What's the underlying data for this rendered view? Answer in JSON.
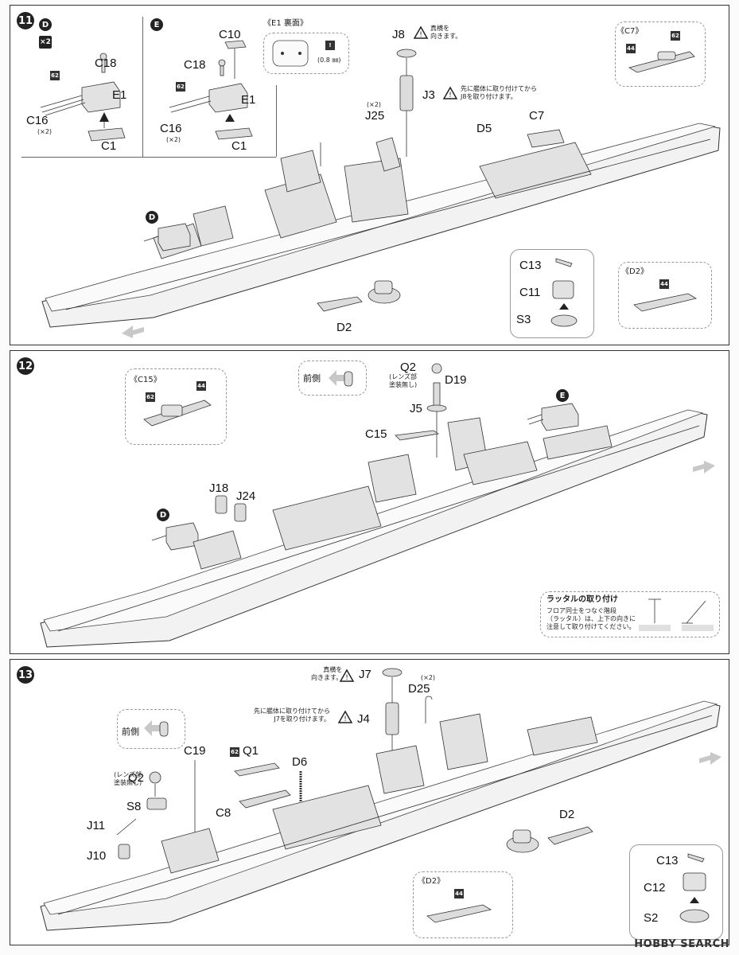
{
  "step11": {
    "number": "11",
    "sub_d": {
      "marker": "D",
      "count": "×2",
      "labels": {
        "c18": "C18",
        "e1": "E1",
        "c16": "C16",
        "c16_qty": "(×2)",
        "c1": "C1"
      },
      "badge": "62"
    },
    "sub_e": {
      "marker": "E",
      "labels": {
        "c10": "C10",
        "c18": "C18",
        "e1": "E1",
        "c16": "C16",
        "c16_qty": "(×2)",
        "c1": "C1"
      },
      "badge": "62"
    },
    "e1_back": {
      "title": "《E1 裏面》",
      "drill": "(0.8 ㎜)"
    },
    "j8": {
      "label": "J8",
      "note": "真横を\n向きます。"
    },
    "j3": {
      "label": "J3",
      "note": "先に艦体に取り付けてから\nJ8を取り付けます。"
    },
    "j25": {
      "label": "J25",
      "qty": "(×2)"
    },
    "d5": "D5",
    "c7": "C7",
    "d_marker": "D",
    "d2": "D2",
    "c7_box": {
      "title": "《C7》",
      "badge_a": "44",
      "badge_b": "62"
    },
    "boat": {
      "c13": "C13",
      "c11": "C11",
      "s3": "S3"
    },
    "d2_box": {
      "title": "《D2》",
      "badge": "44"
    }
  },
  "step12": {
    "number": "12",
    "c15_box": {
      "title": "《C15》",
      "badge_a": "62",
      "badge_b": "44"
    },
    "front": "前側",
    "q2": {
      "label": "Q2",
      "note": "(レンズ部\n塗装無し)"
    },
    "d19": "D19",
    "j5": "J5",
    "c15": "C15",
    "e_marker": "E",
    "d_marker": "D",
    "j18": "J18",
    "j24": "J24",
    "ladder": {
      "title": "ラッタルの取り付け",
      "note": "フロア同士をつなぐ階段\n（ラッタル）は、上下の向きに\n注意して取り付けてください。"
    }
  },
  "step13": {
    "number": "13",
    "j7": {
      "label": "J7",
      "note": "真横を\n向きます。"
    },
    "d25": {
      "label": "D25",
      "qty": "(×2)"
    },
    "j4": {
      "label": "J4",
      "note": "先に艦体に取り付けてから\nJ7を取り付けます。"
    },
    "front": "前側",
    "c19": "C19",
    "q1": {
      "label": "Q1",
      "badge": "62"
    },
    "d6": "D6",
    "q2": {
      "label": "Q2",
      "note": "(レンズ部\n塗装無し)"
    },
    "s8": "S8",
    "c8": "C8",
    "j11": "J11",
    "j10": "J10",
    "d2": "D2",
    "boat": {
      "c13": "C13",
      "c12": "C12",
      "s2": "S2"
    },
    "d2_box": {
      "title": "《D2》",
      "badge": "44"
    }
  },
  "watermark": "HOBBY SEARCH"
}
